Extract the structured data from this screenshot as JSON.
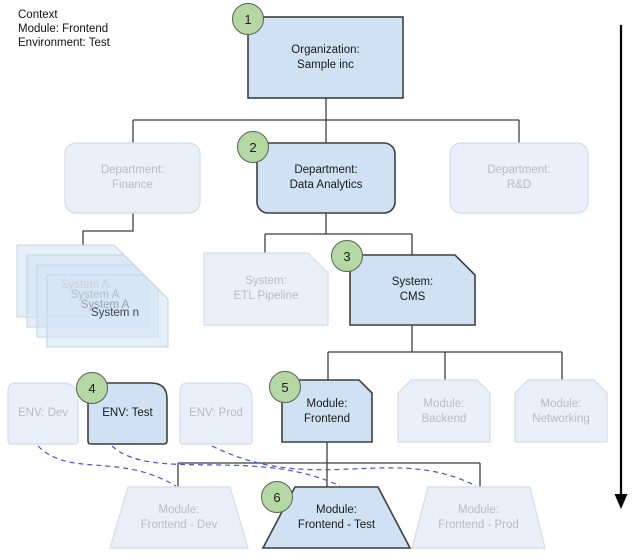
{
  "context": {
    "title": "Context",
    "module_line": "Module: Frontend",
    "environment_line": "Environment: Test"
  },
  "colors": {
    "highlight_fill": "#cfe2f3",
    "highlight_border": "#3f3f3f",
    "faded_fill": "#e9f0f9",
    "faded_border": "#d3dce8",
    "faded_text": "#b3bcc7",
    "step_badge_fill": "#b4d7a4",
    "dashed_link": "#4a50d4"
  },
  "steps": [
    "1",
    "2",
    "3",
    "4",
    "5",
    "6"
  ],
  "nodes": {
    "organization": {
      "label": "Organization:\nSample inc"
    },
    "dept_finance": {
      "label": "Department:\nFinance"
    },
    "dept_data_analytics": {
      "label": "Department:\nData Analytics"
    },
    "dept_rd": {
      "label": "Department:\nR&D"
    },
    "system_etl": {
      "label": "System:\nETL Pipeline"
    },
    "system_cms": {
      "label": "System:\nCMS"
    },
    "env_dev": {
      "label": "ENV: Dev"
    },
    "env_test": {
      "label": "ENV: Test"
    },
    "env_prod": {
      "label": "ENV: Prod"
    },
    "module_frontend": {
      "label": "Module:\nFrontend"
    },
    "module_backend": {
      "label": "Module:\nBackend"
    },
    "module_networking": {
      "label": "Module:\nNetworking"
    },
    "frontend_dev": {
      "label": "Module:\nFrontend - Dev"
    },
    "frontend_test": {
      "label": "Module:\nFrontend - Test"
    },
    "frontend_prod": {
      "label": "Module:\nFrontend - Prod"
    }
  },
  "stack": {
    "items": [
      "System A",
      "System A",
      "System A",
      "System n"
    ]
  }
}
